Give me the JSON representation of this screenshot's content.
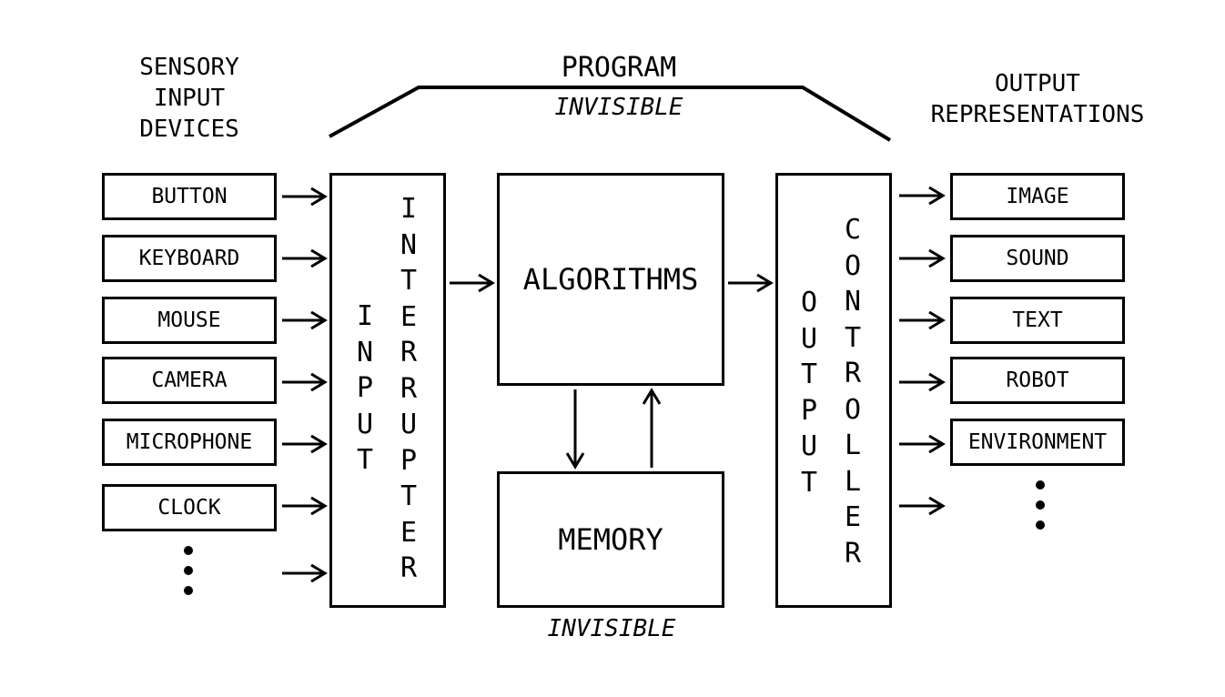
{
  "header": {
    "sensory_title": [
      "SENSORY",
      "INPUT",
      "DEVICES"
    ],
    "program_title": "PROGRAM",
    "program_subtitle": "INVISIBLE",
    "output_title": [
      "OUTPUT",
      "REPRESENTATIONS"
    ]
  },
  "inputs": [
    "BUTTON",
    "KEYBOARD",
    "MOUSE",
    "CAMERA",
    "MICROPHONE",
    "CLOCK"
  ],
  "outputs": [
    "IMAGE",
    "SOUND",
    "TEXT",
    "ROBOT",
    "ENVIRONMENT"
  ],
  "input_interrupter": {
    "word1": "INPUT",
    "word2": "INTERRUPTER"
  },
  "output_controller": {
    "word1": "OUTPUT",
    "word2": "CONTROLLER"
  },
  "algorithms": "ALGORITHMS",
  "memory": {
    "label": "MEMORY",
    "caption": "INVISIBLE"
  }
}
